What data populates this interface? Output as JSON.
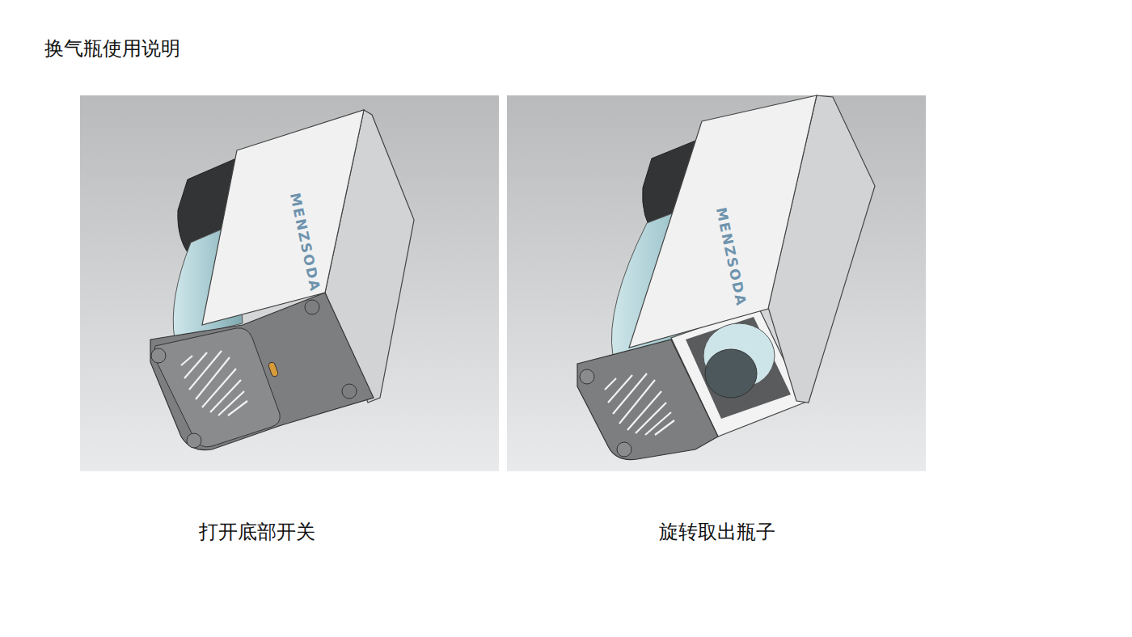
{
  "diagram": {
    "title": "换气瓶使用说明",
    "labels": [
      "MENZSODA",
      "MENZSODA",
      "打开底部开关",
      "旋转取出瓶子"
    ]
  }
}
